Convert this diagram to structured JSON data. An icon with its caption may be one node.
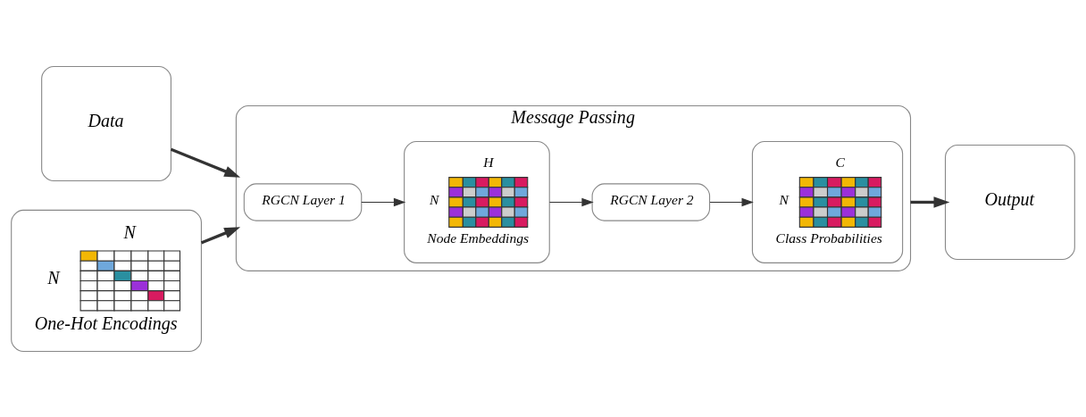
{
  "diagram": {
    "nodes": [
      {
        "text": [
          "Data"
        ]
      },
      {
        "text": [
          "N",
          "N",
          "One-Hot Encodings"
        ]
      },
      {
        "text": [
          "Message Passing"
        ]
      },
      {
        "text": [
          "RGCN Layer 1"
        ],
        "in": 2
      },
      {
        "text": [
          "H",
          "N",
          "Node Embeddings"
        ],
        "in": 2
      },
      {
        "text": [
          "RGCN Layer 2"
        ],
        "in": 2
      },
      {
        "text": [
          "C",
          "N",
          "Class Probabilities"
        ],
        "in": 2
      },
      {
        "text": [
          "Output"
        ]
      }
    ],
    "edges": [
      {
        "from": 0,
        "to": 2,
        "arrow": "to",
        "style": "thick"
      },
      {
        "from": 1,
        "to": 2,
        "arrow": "to",
        "style": "thick"
      },
      {
        "from": 3,
        "to": 4,
        "arrow": "to"
      },
      {
        "from": 4,
        "to": 5,
        "arrow": "to"
      },
      {
        "from": 5,
        "to": 6,
        "arrow": "to"
      },
      {
        "from": 2,
        "to": 7,
        "arrow": "to",
        "style": "thick"
      }
    ]
  }
}
